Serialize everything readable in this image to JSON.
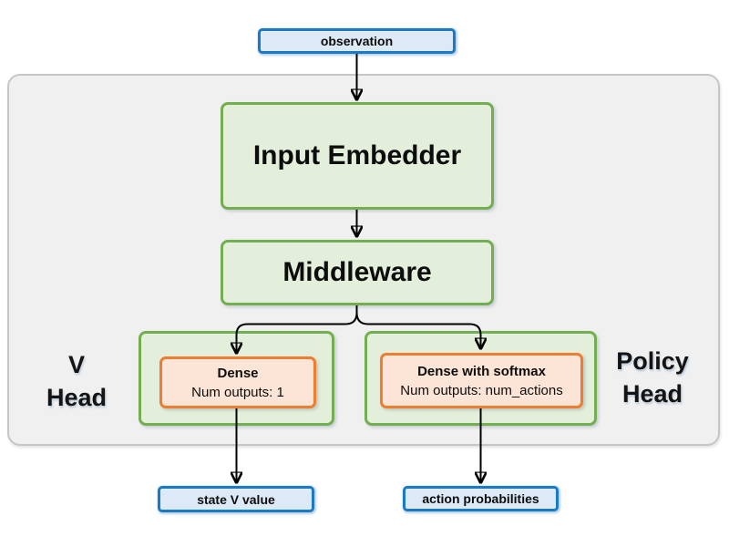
{
  "diagram": {
    "nodes": {
      "observation": {
        "label": "observation"
      },
      "input_embedder": {
        "label": "Input Embedder"
      },
      "middleware": {
        "label": "Middleware"
      },
      "v_head": {
        "group_label": [
          "V",
          "Head"
        ],
        "dense": {
          "title": "Dense",
          "subtitle": "Num outputs: 1"
        },
        "output": {
          "label": "state V value"
        }
      },
      "policy_head": {
        "group_label": [
          "Policy",
          "Head"
        ],
        "dense": {
          "title": "Dense with softmax",
          "subtitle": "Num outputs: num_actions"
        },
        "output": {
          "label": "action probabilities"
        }
      }
    },
    "edges": [
      {
        "from": "observation",
        "to": "input_embedder"
      },
      {
        "from": "input_embedder",
        "to": "middleware"
      },
      {
        "from": "middleware",
        "to": "v_head_dense"
      },
      {
        "from": "middleware",
        "to": "policy_head_dense"
      },
      {
        "from": "v_head_dense",
        "to": "state_v_value"
      },
      {
        "from": "policy_head_dense",
        "to": "action_probabilities"
      }
    ],
    "colors": {
      "io_node_border": "#1b7ac1",
      "io_node_fill": "#dce9f6",
      "layer_node_border": "#73ae50",
      "layer_node_fill": "#e3efda",
      "dense_node_border": "#ed7d31",
      "dense_node_fill": "#fce5d6",
      "container_fill": "#f0f0f0",
      "container_border": "#c6c6c6",
      "arrow": "#000000"
    }
  }
}
